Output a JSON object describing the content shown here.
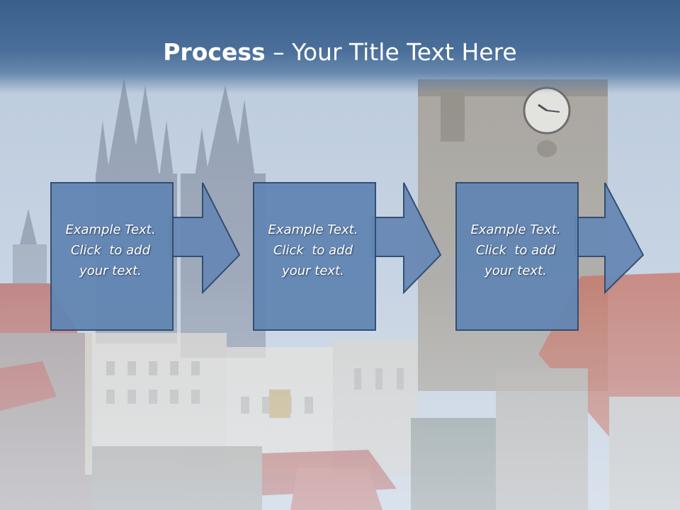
{
  "slide": {
    "title_bold": "Process",
    "title_rest": " – Your Title Text Here",
    "steps": [
      {
        "line1": "Example Text.",
        "line2": "Click  to add",
        "line3": "your text."
      },
      {
        "line1": "Example Text.",
        "line2": "Click  to add",
        "line3": "your text."
      },
      {
        "line1": "Example Text.",
        "line2": "Click  to add",
        "line3": "your text."
      }
    ]
  },
  "colors": {
    "title_band": "#3b5f8b",
    "box_fill": "#6286b3",
    "box_border": "#2d4a6e",
    "arrow_fill": "#6889b5"
  },
  "icons": {
    "background": "prague-old-town-photo",
    "connector": "right-arrow-icon"
  }
}
